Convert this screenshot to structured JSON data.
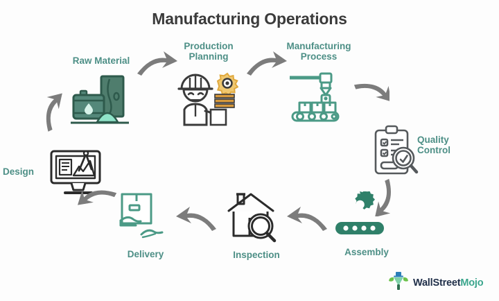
{
  "header": {
    "title": "Manufacturing Operations"
  },
  "colors": {
    "title": "#3b3b3b",
    "label_teal": "#4d8f86",
    "arrow_gray": "#808080",
    "icon_dark": "#2e2e2e",
    "icon_teal": "#2f7f6f",
    "icon_mint": "#8fd8c2",
    "icon_orange": "#e8a33d",
    "logo_navy": "#21304a",
    "logo_green": "#3aa58c",
    "background": "#fdfdfd"
  },
  "cycle": {
    "nodes": [
      {
        "id": "raw-material",
        "label": "Raw Material",
        "icon": "oil-barrel-wood-sand-icon",
        "order": 1
      },
      {
        "id": "production-planning",
        "label": "Production\nPlanning",
        "icon": "worker-hardhat-gear-icon",
        "order": 2
      },
      {
        "id": "manufacturing-process",
        "label": "Manufacturing\nProcess",
        "icon": "robotic-arm-conveyor-icon",
        "order": 3
      },
      {
        "id": "quality-control",
        "label": "Quality\nControl",
        "icon": "clipboard-magnifier-check-icon",
        "order": 4
      },
      {
        "id": "assembly",
        "label": "Assembly",
        "icon": "gear-conveyor-icon",
        "order": 5
      },
      {
        "id": "inspection",
        "label": "Inspection",
        "icon": "house-magnifier-icon",
        "order": 6
      },
      {
        "id": "delivery",
        "label": "Delivery",
        "icon": "package-hand-icon",
        "order": 7
      },
      {
        "id": "design",
        "label": "Design",
        "icon": "monitor-cad-compass-icon",
        "order": 8
      }
    ],
    "arrows": [
      {
        "id": "arrow-raw-to-planning",
        "from": "raw-material",
        "to": "production-planning",
        "direction": "right"
      },
      {
        "id": "arrow-planning-to-process",
        "from": "production-planning",
        "to": "manufacturing-process",
        "direction": "right"
      },
      {
        "id": "arrow-process-to-quality",
        "from": "manufacturing-process",
        "to": "quality-control",
        "direction": "down-right"
      },
      {
        "id": "arrow-quality-to-assembly",
        "from": "quality-control",
        "to": "assembly",
        "direction": "down-left"
      },
      {
        "id": "arrow-assembly-to-inspect",
        "from": "assembly",
        "to": "inspection",
        "direction": "left"
      },
      {
        "id": "arrow-inspect-to-delivery",
        "from": "inspection",
        "to": "delivery",
        "direction": "left"
      },
      {
        "id": "arrow-delivery-to-design",
        "from": "delivery",
        "to": "design",
        "direction": "up-left"
      },
      {
        "id": "arrow-design-to-raw",
        "from": "design",
        "to": "raw-material",
        "direction": "up-right"
      }
    ]
  },
  "logo": {
    "name_part1": "WallStreet",
    "name_part2": "Mojo",
    "icon": "wallstreetmojo-bull-icon"
  }
}
